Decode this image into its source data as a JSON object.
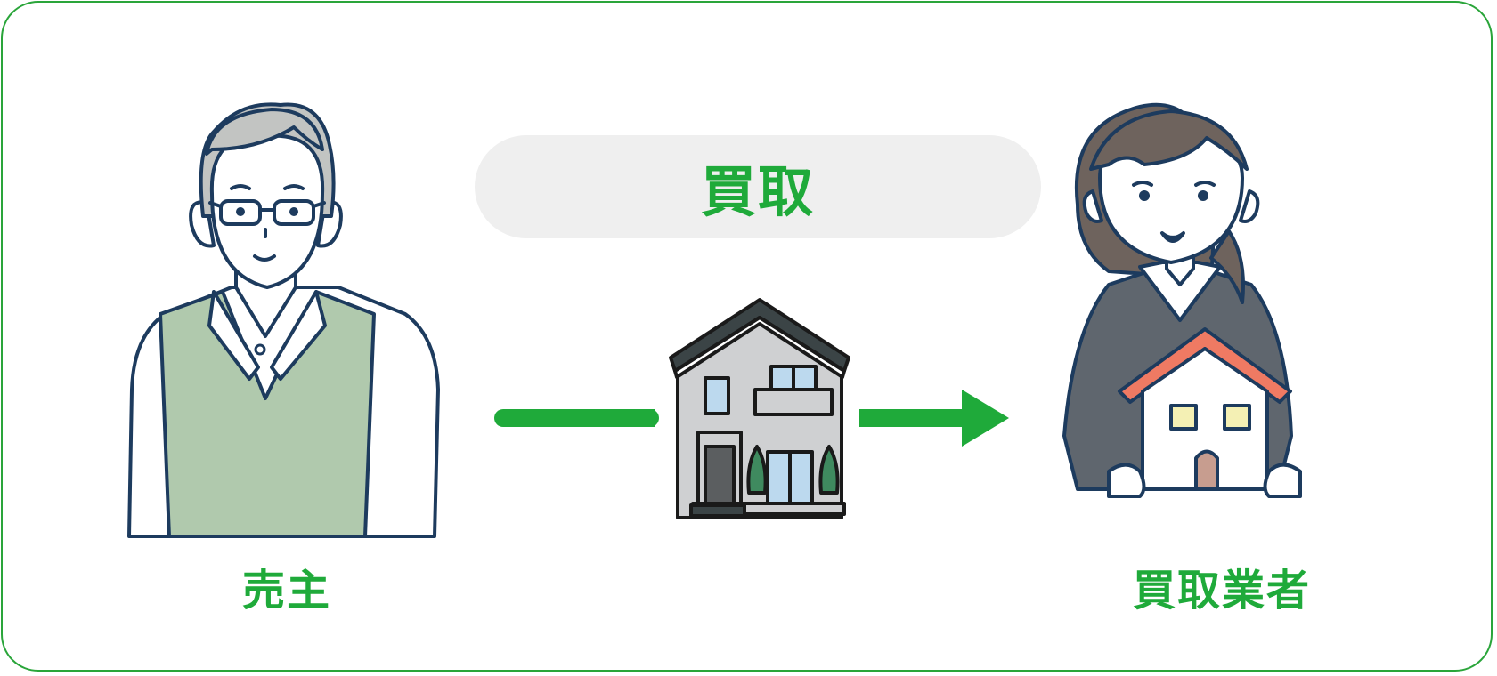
{
  "diagram": {
    "center_label": "買取",
    "seller_label": "売主",
    "buyer_label": "買取業者",
    "colors": {
      "accent_green": "#1faa3a",
      "frame_border": "#2aa53a",
      "pill_bg": "#efefef",
      "outline_navy": "#1d3b5e"
    },
    "icons": [
      "elderly-man-icon",
      "house-icon",
      "businesswoman-icon",
      "arrow-right-icon"
    ]
  }
}
